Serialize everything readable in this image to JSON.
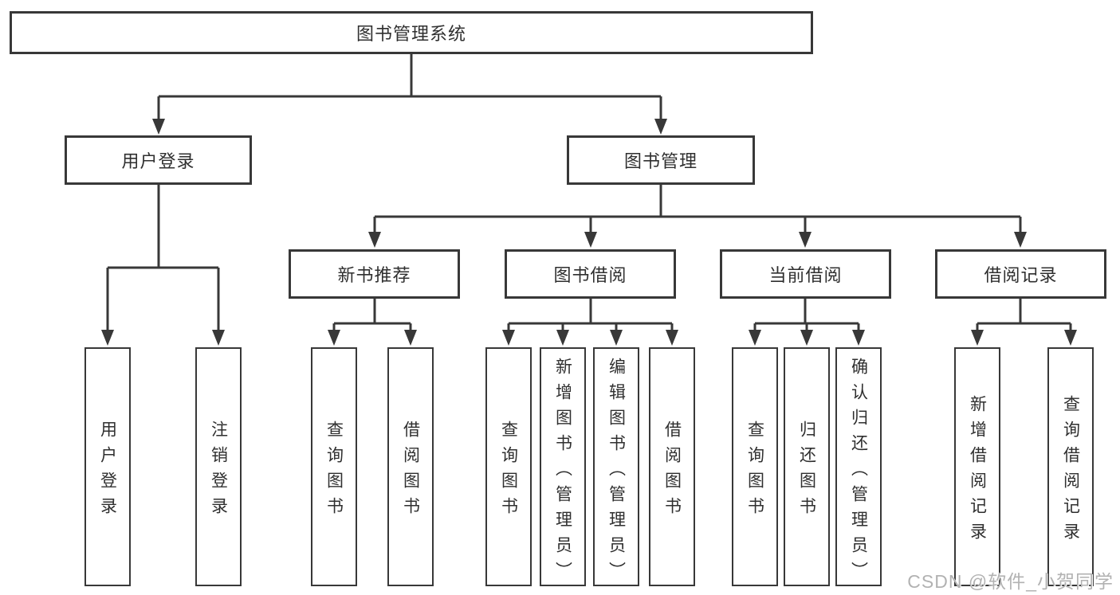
{
  "diagram": {
    "root": {
      "label": "图书管理系统"
    },
    "level2": [
      {
        "label": "用户登录"
      },
      {
        "label": "图书管理"
      }
    ],
    "level3": [
      {
        "label": "新书推荐"
      },
      {
        "label": "图书借阅"
      },
      {
        "label": "当前借阅"
      },
      {
        "label": "借阅记录"
      }
    ],
    "leaves": [
      {
        "label": "用户登录"
      },
      {
        "label": "注销登录"
      },
      {
        "label": "查询图书"
      },
      {
        "label": "借阅图书"
      },
      {
        "label": "查询图书"
      },
      {
        "label": "新增图书（管理员）"
      },
      {
        "label": "编辑图书（管理员）"
      },
      {
        "label": "借阅图书"
      },
      {
        "label": "查询图书"
      },
      {
        "label": "归还图书"
      },
      {
        "label": "确认归还（管理员）"
      },
      {
        "label": "新增借阅记录"
      },
      {
        "label": "查询借阅记录"
      }
    ]
  },
  "watermark": {
    "text": "CSDN @软件_小贺同学",
    "color": "#b2b2b2"
  },
  "colors": {
    "line": "#383838",
    "border": "#383838",
    "text": "#2f2f2f",
    "background": "#ffffff"
  }
}
